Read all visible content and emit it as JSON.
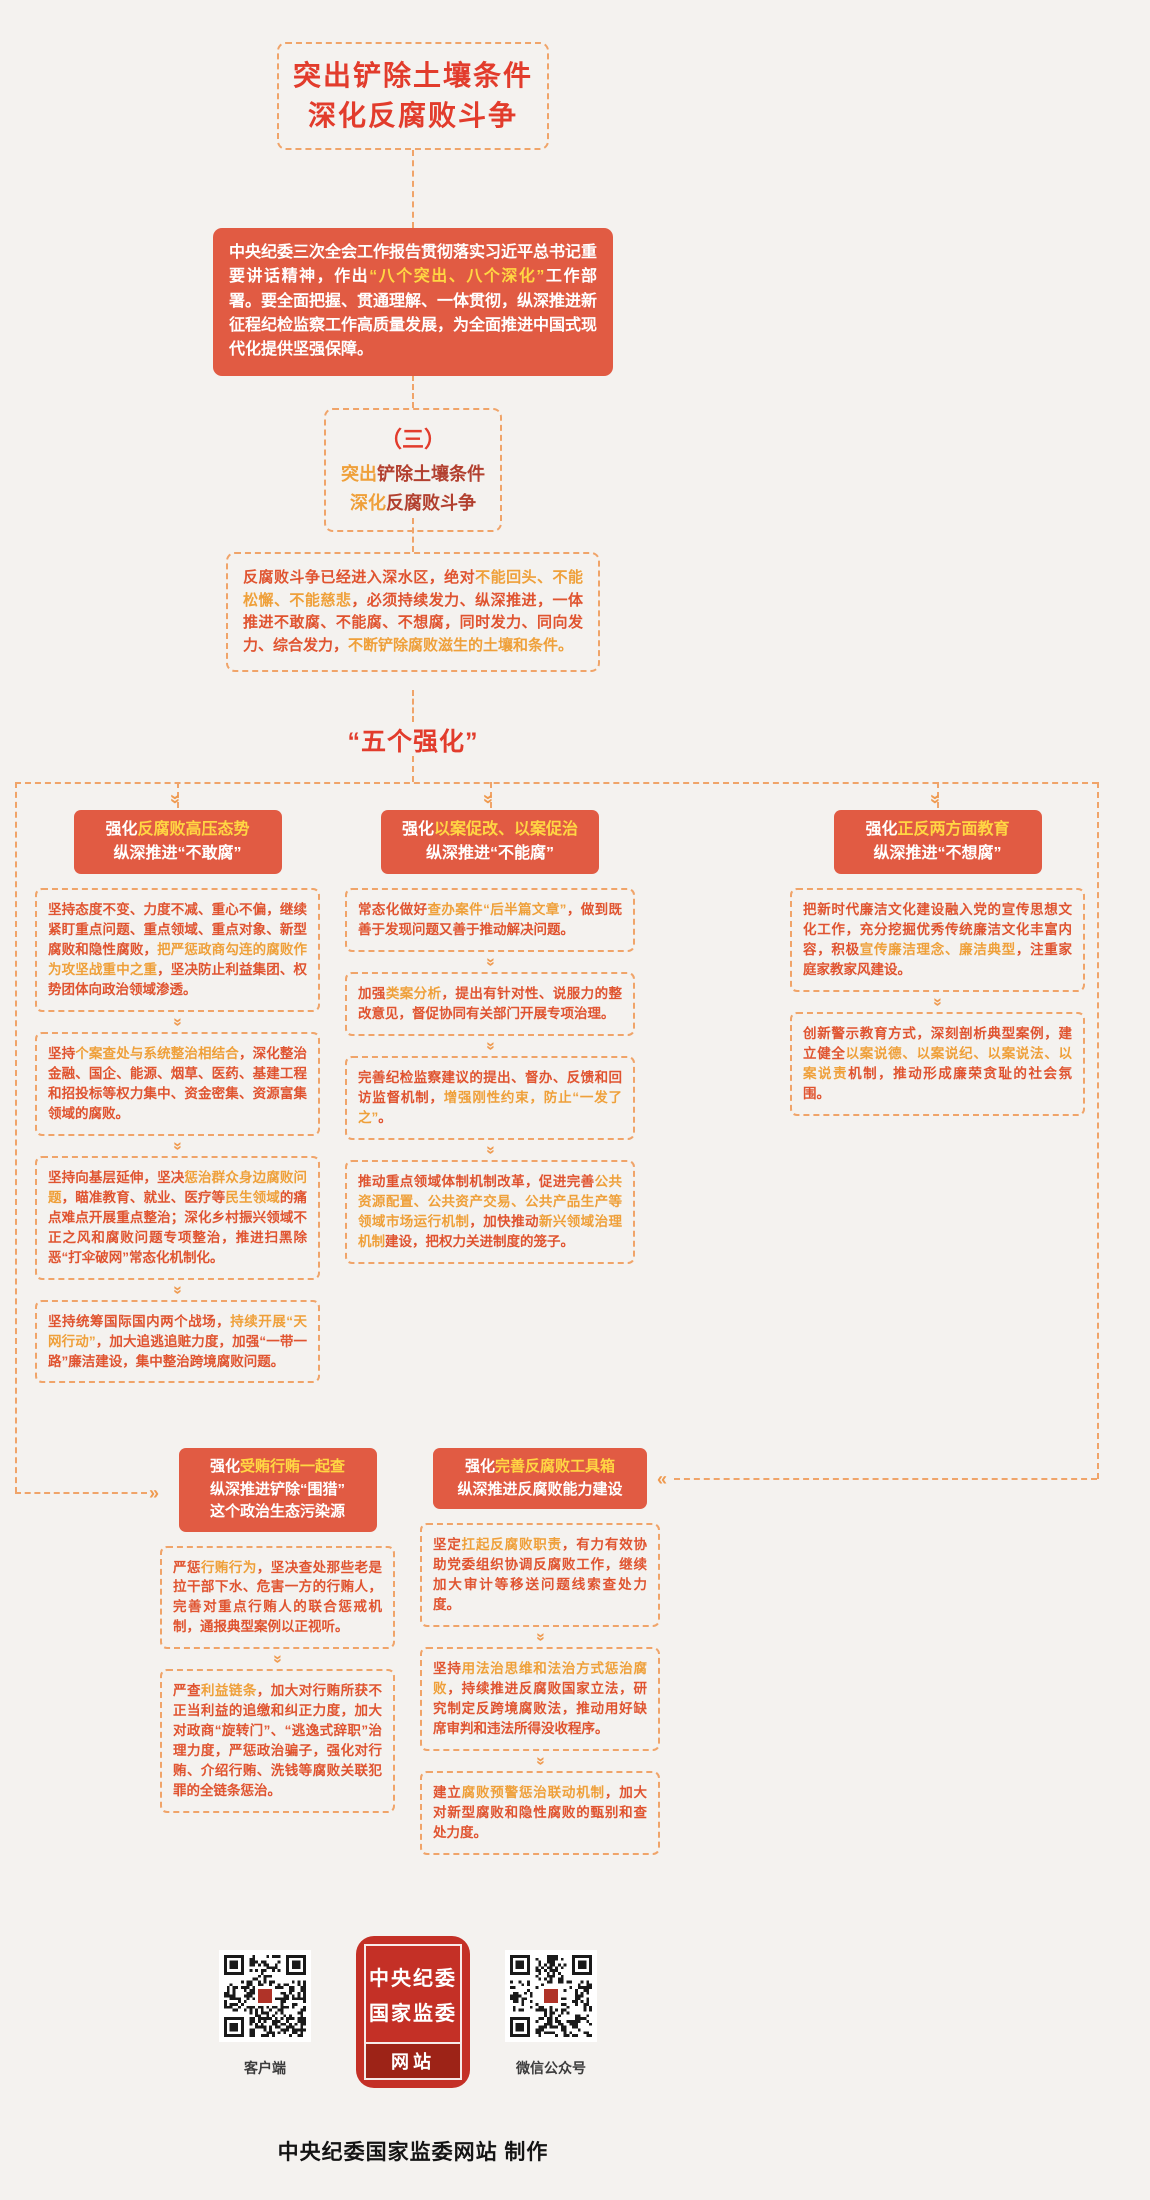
{
  "title": {
    "lines": [
      "突出铲除土壤条件",
      "深化反腐败斗争"
    ]
  },
  "intro": {
    "segments": [
      {
        "t": "中央纪委三次全会工作报告贯彻落实习近平总书记重要讲话精神，作出"
      },
      {
        "t": "“八个突出、八个深化”",
        "h": true
      },
      {
        "t": "工作部署。要全面把握、贯通理解、一体贯彻，纵深推进新征程纪检监察工作高质量发展，为全面推进中国式现代化提供坚强保障。"
      }
    ]
  },
  "section": {
    "number": "（三）",
    "lines": [
      [
        {
          "t": "突出",
          "h": true
        },
        {
          "t": "铲除土壤条件"
        }
      ],
      [
        {
          "t": "深化",
          "h": true
        },
        {
          "t": "反腐败斗争"
        }
      ]
    ]
  },
  "overview": {
    "segments": [
      {
        "t": "反腐败斗争已经进入深水区，绝对"
      },
      {
        "t": "不能回头、不能松懈、不能慈悲",
        "h": true
      },
      {
        "t": "，必须持续发力、纵深推进，一体推进不敢腐、不能腐、不想腐，同时发力、同向发力、综合发力，"
      },
      {
        "t": "不断铲除腐败滋生的土壤和条件。",
        "h": true
      }
    ]
  },
  "root_label": "“五个强化”",
  "branches": [
    {
      "name": "强化反腐败高压态势 纵深推进不敢腐",
      "header": {
        "lines": [
          [
            {
              "t": "强化"
            },
            {
              "t": "反腐败高压态势",
              "h": true
            }
          ],
          [
            {
              "t": "纵深推进“不敢腐”"
            }
          ]
        ]
      },
      "boxes": [
        [
          {
            "t": "坚持态度不变、力度不减、重心不偏，继续紧盯重点问题、重点领域、重点对象、新型腐败和隐性腐败，"
          },
          {
            "t": "把严惩政商勾连的腐败作为攻坚战重中之重",
            "h": true
          },
          {
            "t": "，坚决防止利益集团、权势团体向政治领域渗透。"
          }
        ],
        [
          {
            "t": "坚持"
          },
          {
            "t": "个案查处与系统整治相结合",
            "h": true
          },
          {
            "t": "，深化整治金融、国企、能源、烟草、医药、基建工程和招投标等权力集中、资金密集、资源富集领域的腐败。"
          }
        ],
        [
          {
            "t": "坚持向基层延伸，坚决"
          },
          {
            "t": "惩治群众身边腐败问题",
            "h": true
          },
          {
            "t": "，瞄准教育、就业、医疗等"
          },
          {
            "t": "民生领域",
            "h": true
          },
          {
            "t": "的痛点难点开展重点整治；深化乡村振兴领域不正之风和腐败问题专项整治，推进扫黑除恶“打伞破网”常态化机制化。"
          }
        ],
        [
          {
            "t": "坚持统筹国际国内两个战场，"
          },
          {
            "t": "持续开展“天网行动”",
            "h": true
          },
          {
            "t": "，加大追逃追赃力度，加强“一带一路”廉洁建设，集中整治跨境腐败问题。"
          }
        ]
      ]
    },
    {
      "name": "强化以案促改、以案促治 纵深推进不能腐",
      "header": {
        "lines": [
          [
            {
              "t": "强化"
            },
            {
              "t": "以案促改、以案促治",
              "h": true
            }
          ],
          [
            {
              "t": "纵深推进“不能腐”"
            }
          ]
        ]
      },
      "boxes": [
        [
          {
            "t": "常态化做好"
          },
          {
            "t": "查办案件“后半篇文章”",
            "h": true
          },
          {
            "t": "，做到既善于发现问题又善于推动解决问题。"
          }
        ],
        [
          {
            "t": "加强"
          },
          {
            "t": "类案分析",
            "h": true
          },
          {
            "t": "，提出有针对性、说服力的整改意见，督促协同有关部门开展专项治理。"
          }
        ],
        [
          {
            "t": "完善纪检监察建议的提出、督办、反馈和回访监督机制，"
          },
          {
            "t": "增强刚性约束，防止“一发了之”",
            "h": true
          },
          {
            "t": "。"
          }
        ],
        [
          {
            "t": "推动重点领域体制机制改革，促进完善"
          },
          {
            "t": "公共资源配置、公共资产交易、公共产品生产等领域市场运行机制",
            "h": true
          },
          {
            "t": "，加快推动"
          },
          {
            "t": "新兴领域治理机制",
            "h": true
          },
          {
            "t": "建设，把权力关进制度的笼子。"
          }
        ]
      ]
    },
    {
      "name": "强化正反两方面教育 纵深推进不想腐",
      "header": {
        "lines": [
          [
            {
              "t": "强化"
            },
            {
              "t": "正反两方面教育",
              "h": true
            }
          ],
          [
            {
              "t": "纵深推进“不想腐”"
            }
          ]
        ]
      },
      "boxes": [
        [
          {
            "t": "把新时代廉洁文化建设融入党的宣传思想文化工作，充分挖掘优秀传统廉洁文化丰富内容，积极"
          },
          {
            "t": "宣传廉洁理念、廉洁典型",
            "h": true
          },
          {
            "t": "，注重家庭家教家风建设。"
          }
        ],
        [
          {
            "t": "创新警示教育方式，深刻剖析典型案例，建立健全"
          },
          {
            "t": "以案说德、以案说纪、以案说法、以案说责",
            "h": true
          },
          {
            "t": "机制，推动形成廉荣贪耻的社会氛围。"
          }
        ]
      ]
    },
    {
      "name": "强化受贿行贿一起查",
      "header": {
        "lines": [
          [
            {
              "t": "强化"
            },
            {
              "t": "受贿行贿一起查",
              "h": true
            }
          ],
          [
            {
              "t": "纵深推进铲除“围猎”"
            }
          ],
          [
            {
              "t": "这个政治生态污染源"
            }
          ]
        ]
      },
      "boxes": [
        [
          {
            "t": "严惩"
          },
          {
            "t": "行贿行为",
            "h": true
          },
          {
            "t": "，坚决查处那些老是拉干部下水、危害一方的行贿人，完善对重点行贿人的联合惩戒机制，通报典型案例以正视听。"
          }
        ],
        [
          {
            "t": "严查"
          },
          {
            "t": "利益链条",
            "h": true
          },
          {
            "t": "，加大对行贿所获不正当利益的追缴和纠正力度，加大对政商“旋转门”、“逃逸式辞职”治理力度，严惩政治骗子，强化对行贿、介绍行贿、洗钱等腐败关联犯罪的全链条惩治。"
          }
        ]
      ]
    },
    {
      "name": "强化完善反腐败工具箱",
      "header": {
        "lines": [
          [
            {
              "t": "强化"
            },
            {
              "t": "完善反腐败工具箱",
              "h": true
            }
          ],
          [
            {
              "t": "纵深推进反腐败能力建设"
            }
          ]
        ]
      },
      "boxes": [
        [
          {
            "t": "坚定"
          },
          {
            "t": "扛起反腐败职责",
            "h": true
          },
          {
            "t": "，有力有效协助党委组织协调反腐败工作，继续加大审计等移送问题线索查处力度。"
          }
        ],
        [
          {
            "t": "坚持"
          },
          {
            "t": "用法治思维和法治方式惩治腐败",
            "h": true
          },
          {
            "t": "，持续推进反腐败国家立法，研究制定反跨境腐败法，推动用好缺席审判和违法所得没收程序。"
          }
        ],
        [
          {
            "t": "建立"
          },
          {
            "t": "腐败预警惩治联动机制",
            "h": true
          },
          {
            "t": "，加大对新型腐败和隐性腐败的甄别和查处力度。"
          }
        ]
      ]
    }
  ],
  "bottom": {
    "qr_left_label": "客户端",
    "qr_right_label": "微信公众号",
    "app_icon": {
      "lines": [
        "中央纪委",
        "国家监委"
      ],
      "band": "网站"
    },
    "credit": "中央纪委国家监委网站 制作"
  },
  "colors": {
    "background": "#f4f2ef",
    "accent_red": "#e23c2c",
    "solid_box": "#e15b43",
    "yellow_highlight": "#ffd643",
    "amber_highlight": "#efa03a",
    "body_text": "#e05430",
    "dark_red": "#b2402f",
    "dashed_border": "#f0a469",
    "app_icon_red": "#c43026",
    "app_icon_band": "#9d2317"
  }
}
